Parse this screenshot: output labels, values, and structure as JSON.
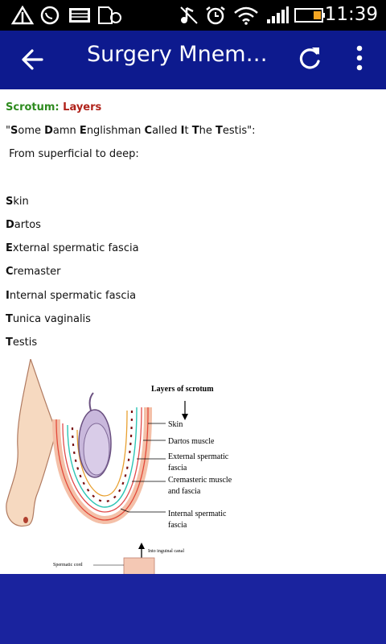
{
  "status_bar": {
    "time": "11:39",
    "icons": [
      "notification-icon",
      "whatsapp-icon",
      "gallery-icon",
      "sd-card-icon",
      "music-off-icon",
      "alarm-icon",
      "wifi-icon",
      "signal-icon",
      "battery-icon"
    ]
  },
  "toolbar": {
    "title": "Surgery Mnem…",
    "back_icon": "arrow-back-icon",
    "refresh_icon": "refresh-icon",
    "overflow_icon": "more-vert-icon"
  },
  "article": {
    "heading_part1": "Scrotum: ",
    "heading_part2": "Layers",
    "mnemonic_open": "\"",
    "mnemonic_words": [
      {
        "first": "S",
        "rest": "ome "
      },
      {
        "first": "D",
        "rest": "amn "
      },
      {
        "first": "E",
        "rest": "nglishman "
      },
      {
        "first": "C",
        "rest": "alled "
      },
      {
        "first": "I",
        "rest": "t "
      },
      {
        "first": "T",
        "rest": "he "
      },
      {
        "first": "T",
        "rest": "estis"
      }
    ],
    "mnemonic_close": "\":",
    "order_note": " From superficial to deep:",
    "layers": [
      {
        "first": "S",
        "rest": "kin"
      },
      {
        "first": "D",
        "rest": "artos"
      },
      {
        "first": "E",
        "rest": "xternal spermatic fascia"
      },
      {
        "first": "C",
        "rest": "remaster"
      },
      {
        "first": "I",
        "rest": "nternal spermatic fascia"
      },
      {
        "first": "T",
        "rest": "unica vaginalis"
      },
      {
        "first": "T",
        "rest": "estis"
      }
    ]
  },
  "diagram": {
    "title": "Layers of scrotum",
    "labels": {
      "skin": "Skin",
      "dartos": "Dartos muscle",
      "external_1": "External spermatic",
      "external_2": "fascia",
      "cremasteric_1": "Cremasteric muscle",
      "cremasteric_2": "and fascia",
      "internal_1": "Internal spermatic",
      "internal_2": "fascia",
      "inguinal": "Into inguinal canal",
      "cord": "Spermatic cord"
    }
  },
  "colors": {
    "toolbar": "#0d1a8e",
    "bottom_bar": "#1a239e",
    "heading_green": "#2e8b1f",
    "heading_red": "#b0221a"
  }
}
